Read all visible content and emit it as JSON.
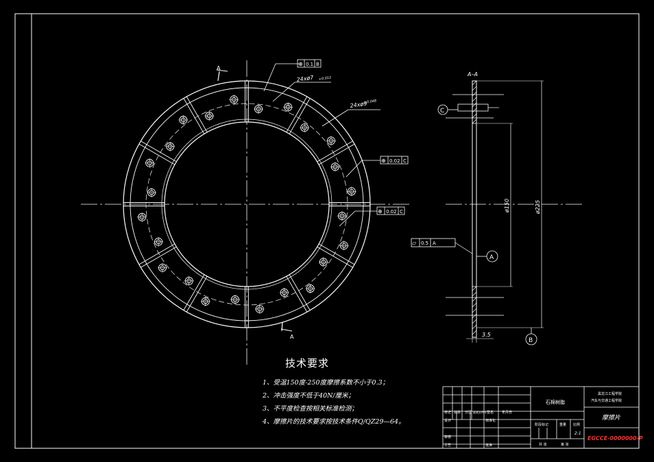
{
  "view": {
    "section_label": "A–A",
    "cut_label_top": "A",
    "cut_label_bottom": "A"
  },
  "annotations": {
    "fcf_position_b": [
      "⊕",
      "0.1",
      "B"
    ],
    "fcf_position_c1": [
      "⊕",
      "0.02",
      "C"
    ],
    "fcf_position_c2": [
      "⊕",
      "0.02",
      "C"
    ],
    "hole_callout_1": "24xø7",
    "hole_callout_1_tol": "+0.012",
    "hole_callout_2": "24xø9",
    "hole_callout_2_tol": "+0.048",
    "flatness_fcf": [
      "⏥",
      "0.5",
      "A"
    ],
    "datum_a": "A",
    "datum_b": "B",
    "datum_c": "C",
    "dim_thickness": "3.5",
    "dim_inner": "ø150",
    "dim_outer": "ø225"
  },
  "tech_requirements": {
    "title": "技术要求",
    "items": [
      "1、受温150度-250度摩擦系数不小于0.3；",
      "2、冲击强度不低于40N/厘米；",
      "3、不平度检查按相关标准检测；",
      "4、摩擦片的技术要求按技术条件Q/QZ29—64。"
    ]
  },
  "title_block": {
    "material": "石棉树脂",
    "school_line1": "黑龙江工程学院",
    "school_line2": "汽车与交通工程学院",
    "part_name": "摩擦片",
    "drawing_no": "EGCCE-0000000-P",
    "scale": "2:1",
    "row_labels": [
      "标记",
      "处数",
      "分区",
      "更改文件号",
      "签名",
      "年月日"
    ],
    "design": "设计",
    "standard": "标准化",
    "audit": "审核",
    "process": "工艺",
    "approve": "批准",
    "stage_mark": "阶段标记",
    "weight": "重量",
    "ratio": "比例",
    "sheets": "共 张",
    "sheet": "第 张"
  }
}
